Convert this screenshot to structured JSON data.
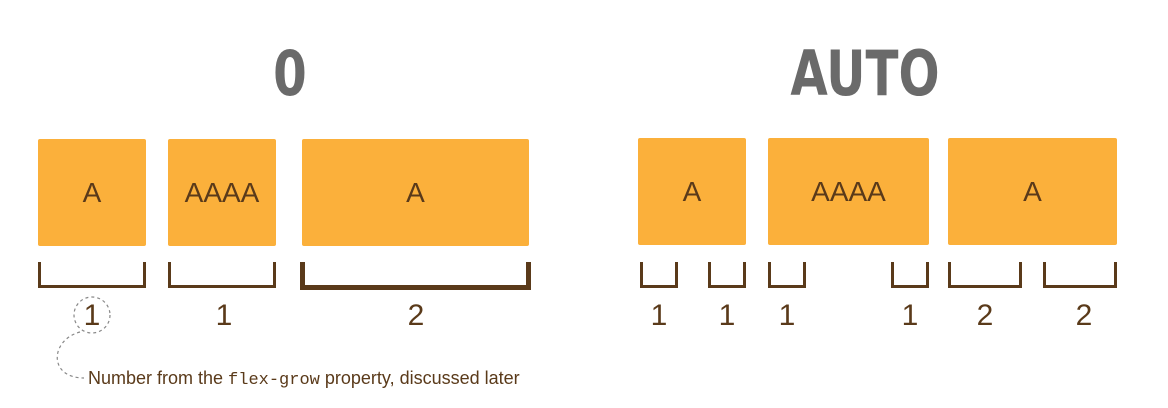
{
  "headings": {
    "zero": "0",
    "auto": "AUTO"
  },
  "colors": {
    "box": "#fbb03b",
    "text": "#5a3a1a",
    "heading": "#6a6a6a"
  },
  "left_group": {
    "boxes": [
      "A",
      "AAAA",
      "A"
    ],
    "grow_values": [
      "1",
      "1",
      "2"
    ]
  },
  "right_group": {
    "boxes": [
      "A",
      "AAAA",
      "A"
    ],
    "grow_values": [
      "1",
      "1",
      "1",
      "1",
      "2",
      "2"
    ]
  },
  "note": {
    "prefix": "Number from the ",
    "code": "flex-grow",
    "suffix": " property, discussed later"
  }
}
